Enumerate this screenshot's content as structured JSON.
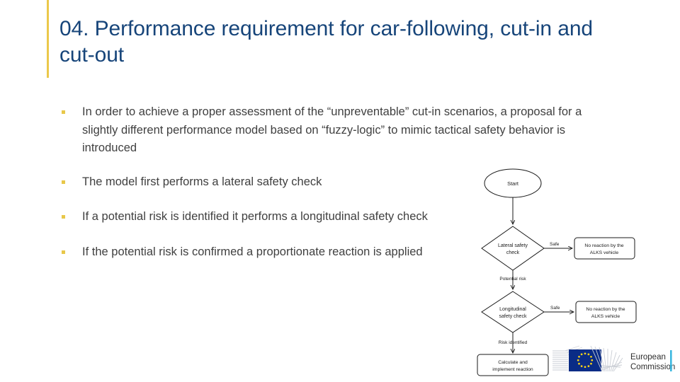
{
  "slide": {
    "title": "04. Performance requirement for car-following, cut-in and cut-out",
    "accent_color": "#EBC84B",
    "title_color": "#17457A",
    "body_color": "#404040",
    "background": "#ffffff"
  },
  "bullets": [
    {
      "text": "In order to achieve a proper assessment of the “unpreventable” cut-in scenarios, a proposal for a slightly different performance model based on “fuzzy-logic” to mimic tactical safety behavior is introduced"
    },
    {
      "text": "The model first performs a lateral safety check"
    },
    {
      "text": "If a potential risk is identified it performs a longitudinal safety check"
    },
    {
      "text": "If the potential risk is confirmed a proportionate reaction is applied"
    }
  ],
  "flowchart": {
    "nodes": {
      "start": "Start",
      "lateral_check_line1": "Lateral safety",
      "lateral_check_line2": "check",
      "no_reaction_1_line1": "No reaction by the",
      "no_reaction_1_line2": "ALKS vehicle",
      "longitudinal_check_line1": "Longitudinal",
      "longitudinal_check_line2": "safety check",
      "no_reaction_2_line1": "No reaction by the",
      "no_reaction_2_line2": "ALKS vehicle",
      "reaction_line1": "Calculate and",
      "reaction_line2": "implement reaction"
    },
    "edge_labels": {
      "safe_1": "Safe",
      "potential_risk": "Potential risk",
      "safe_2": "Safe",
      "risk_identified": "Risk identified"
    },
    "stroke_color": "#1a1a1a"
  },
  "logo": {
    "line1": "European",
    "line2": "Commission",
    "flag_color": "#0A2C86",
    "star_color": "#FFD617",
    "bar_color": "#3CB8E0",
    "text_color": "#2E2E2E",
    "fan_color": "#C9CDD4"
  }
}
